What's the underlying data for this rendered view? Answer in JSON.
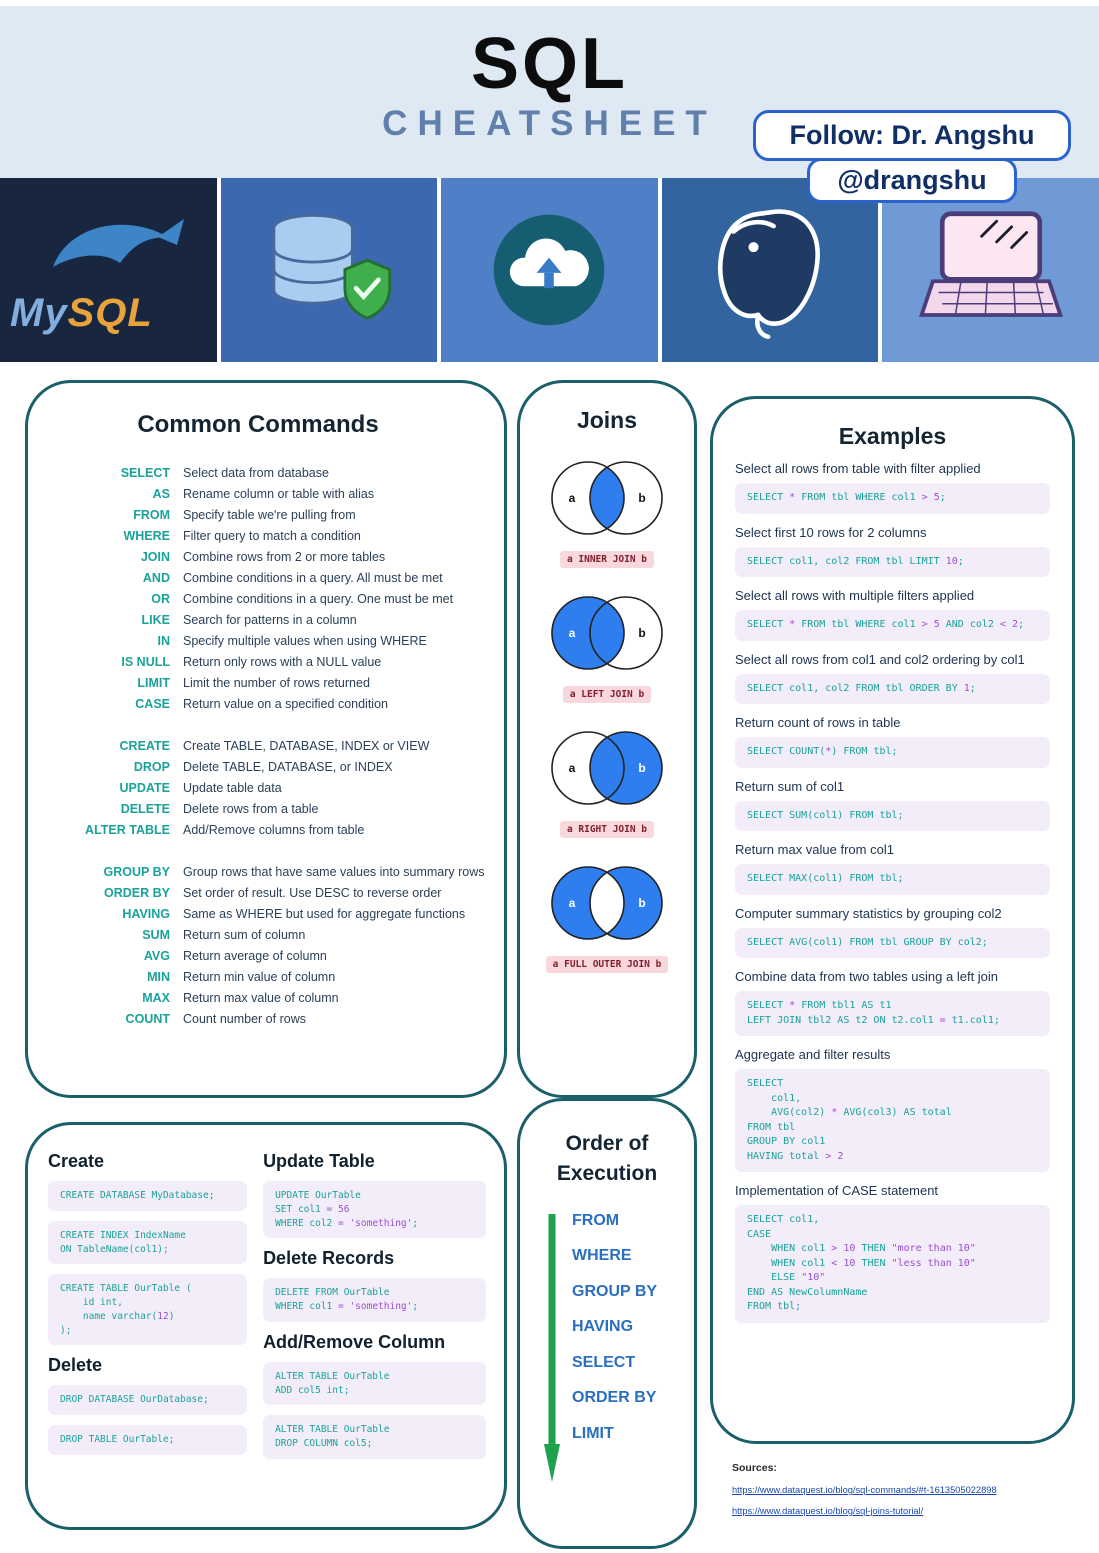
{
  "colors": {
    "keyword_teal": "#1aa29a",
    "code_purple": "#9b4fd0",
    "code_bg": "#f2edf9",
    "panel_border": "#1a5f69",
    "venn_blue": "#2e7ef0",
    "join_label_bg": "#f8d8dc",
    "join_label_text": "#82202e",
    "arrow_green": "#1ea24e",
    "step_blue": "#2a6fc0",
    "badge_border": "#2b63cc",
    "link_blue": "#1848b0"
  },
  "header": {
    "title": "SQL",
    "subtitle": "CHEATSHEET",
    "follow_line1": "Follow: Dr. Angshu",
    "follow_line2": "@drangshu"
  },
  "logos": {
    "mysql_my": "My",
    "mysql_sql": "SQL"
  },
  "common_commands": {
    "title": "Common Commands",
    "groups": [
      {
        "rows": [
          {
            "kw": "SELECT",
            "desc": "Select data from database"
          },
          {
            "kw": "AS",
            "desc": "Rename column or table with alias"
          },
          {
            "kw": "FROM",
            "desc": "Specify table we're pulling from"
          },
          {
            "kw": "WHERE",
            "desc": "Filter query to match a condition"
          },
          {
            "kw": "JOIN",
            "desc": "Combine rows from 2 or more tables"
          },
          {
            "kw": "AND",
            "desc": "Combine conditions in a query. All must be met"
          },
          {
            "kw": "OR",
            "desc": "Combine conditions in a query. One must be met"
          },
          {
            "kw": "LIKE",
            "desc": "Search for patterns in a column"
          },
          {
            "kw": "IN",
            "desc": "Specify multiple values when using WHERE"
          },
          {
            "kw": "IS NULL",
            "desc": "Return only rows with a NULL value"
          },
          {
            "kw": "LIMIT",
            "desc": "Limit the number of rows returned"
          },
          {
            "kw": "CASE",
            "desc": "Return value on a specified condition"
          }
        ]
      },
      {
        "rows": [
          {
            "kw": "CREATE",
            "desc": "Create TABLE, DATABASE, INDEX or VIEW"
          },
          {
            "kw": "DROP",
            "desc": "Delete TABLE, DATABASE, or INDEX"
          },
          {
            "kw": "UPDATE",
            "desc": "Update table data"
          },
          {
            "kw": "DELETE",
            "desc": "Delete rows from a table"
          },
          {
            "kw": "ALTER TABLE",
            "desc": "Add/Remove columns from table"
          }
        ]
      },
      {
        "rows": [
          {
            "kw": "GROUP BY",
            "desc": "Group rows that have same values into summary rows"
          },
          {
            "kw": "ORDER BY",
            "desc": "Set order of result. Use DESC to reverse order"
          },
          {
            "kw": "HAVING",
            "desc": "Same as WHERE but used for aggregate functions"
          },
          {
            "kw": "SUM",
            "desc": "Return sum of column"
          },
          {
            "kw": "AVG",
            "desc": "Return average of column"
          },
          {
            "kw": "MIN",
            "desc": "Return min value of column"
          },
          {
            "kw": "MAX",
            "desc": "Return max value of column"
          },
          {
            "kw": "COUNT",
            "desc": "Count number of rows"
          }
        ]
      }
    ]
  },
  "joins": {
    "title": "Joins",
    "items": [
      {
        "type": "inner",
        "a": "a",
        "b": "b",
        "label": "a INNER JOIN b"
      },
      {
        "type": "left",
        "a": "a",
        "b": "b",
        "label": "a LEFT JOIN b"
      },
      {
        "type": "right",
        "a": "a",
        "b": "b",
        "label": "a RIGHT JOIN b"
      },
      {
        "type": "outer",
        "a": "a",
        "b": "b",
        "label": "a FULL OUTER JOIN b"
      }
    ]
  },
  "examples": {
    "title": "Examples",
    "items": [
      {
        "caption": "Select all rows from table with filter applied",
        "code": [
          "SELECT * FROM tbl WHERE col1 > 5;"
        ]
      },
      {
        "caption": "Select first 10 rows for 2 columns",
        "code": [
          "SELECT col1, col2 FROM tbl LIMIT 10;"
        ]
      },
      {
        "caption": "Select all rows with multiple filters applied",
        "code": [
          "SELECT * FROM tbl WHERE col1 > 5 AND col2 < 2;"
        ]
      },
      {
        "caption": "Select all rows from col1 and col2 ordering by col1",
        "code": [
          "SELECT col1, col2 FROM tbl ORDER BY 1;"
        ]
      },
      {
        "caption": "Return count of rows in table",
        "code": [
          "SELECT COUNT(*) FROM tbl;"
        ]
      },
      {
        "caption": "Return sum of col1",
        "code": [
          "SELECT SUM(col1) FROM tbl;"
        ]
      },
      {
        "caption": "Return max value from col1",
        "code": [
          "SELECT MAX(col1) FROM tbl;"
        ]
      },
      {
        "caption": "Computer summary statistics by grouping col2",
        "code": [
          "SELECT AVG(col1) FROM tbl GROUP BY col2;"
        ]
      },
      {
        "caption": "Combine data from two tables using a left join",
        "code": [
          "SELECT * FROM tbl1 AS t1",
          "LEFT JOIN tbl2 AS t2 ON t2.col1 = t1.col1;"
        ]
      },
      {
        "caption": "Aggregate and filter results",
        "code": [
          "SELECT",
          "    col1,",
          "    AVG(col2) * AVG(col3) AS total",
          "FROM tbl",
          "GROUP BY col1",
          "HAVING total > 2"
        ]
      },
      {
        "caption": "Implementation of CASE statement",
        "code": [
          "SELECT col1,",
          "CASE",
          "    WHEN col1 > 10 THEN \"more than 10\"",
          "    WHEN col1 < 10 THEN \"less than 10\"",
          "    ELSE \"10\"",
          "END AS NewColumnName",
          "FROM tbl;"
        ]
      }
    ]
  },
  "ddl": {
    "left": [
      {
        "heading": "Create",
        "blocks": [
          [
            "CREATE DATABASE MyDatabase;"
          ],
          [
            "CREATE INDEX IndexName",
            "ON TableName(col1);"
          ],
          [
            "CREATE TABLE OurTable (",
            "    id int,",
            "    name varchar(12)",
            ");"
          ]
        ]
      },
      {
        "heading": "Delete",
        "blocks": [
          [
            "DROP DATABASE OurDatabase;"
          ],
          [
            "DROP TABLE OurTable;"
          ]
        ]
      }
    ],
    "right": [
      {
        "heading": "Update Table",
        "blocks": [
          [
            "UPDATE OurTable",
            "SET col1 = 56",
            "WHERE col2 = 'something';"
          ]
        ]
      },
      {
        "heading": "Delete Records",
        "blocks": [
          [
            "DELETE FROM OurTable",
            "WHERE col1 = 'something';"
          ]
        ]
      },
      {
        "heading": "Add/Remove Column",
        "blocks": [
          [
            "ALTER TABLE OurTable",
            "ADD col5 int;"
          ],
          [
            "ALTER TABLE OurTable",
            "DROP COLUMN col5;"
          ]
        ]
      }
    ]
  },
  "order_of_execution": {
    "title_line1": "Order of",
    "title_line2": "Execution",
    "steps": [
      "FROM",
      "WHERE",
      "GROUP BY",
      "HAVING",
      "SELECT",
      "ORDER BY",
      "LIMIT"
    ]
  },
  "sources": {
    "label": "Sources:",
    "links": [
      "https://www.dataquest.io/blog/sql-commands/#t-1613505022898",
      "https://www.dataquest.io/blog/sql-joins-tutorial/"
    ]
  }
}
